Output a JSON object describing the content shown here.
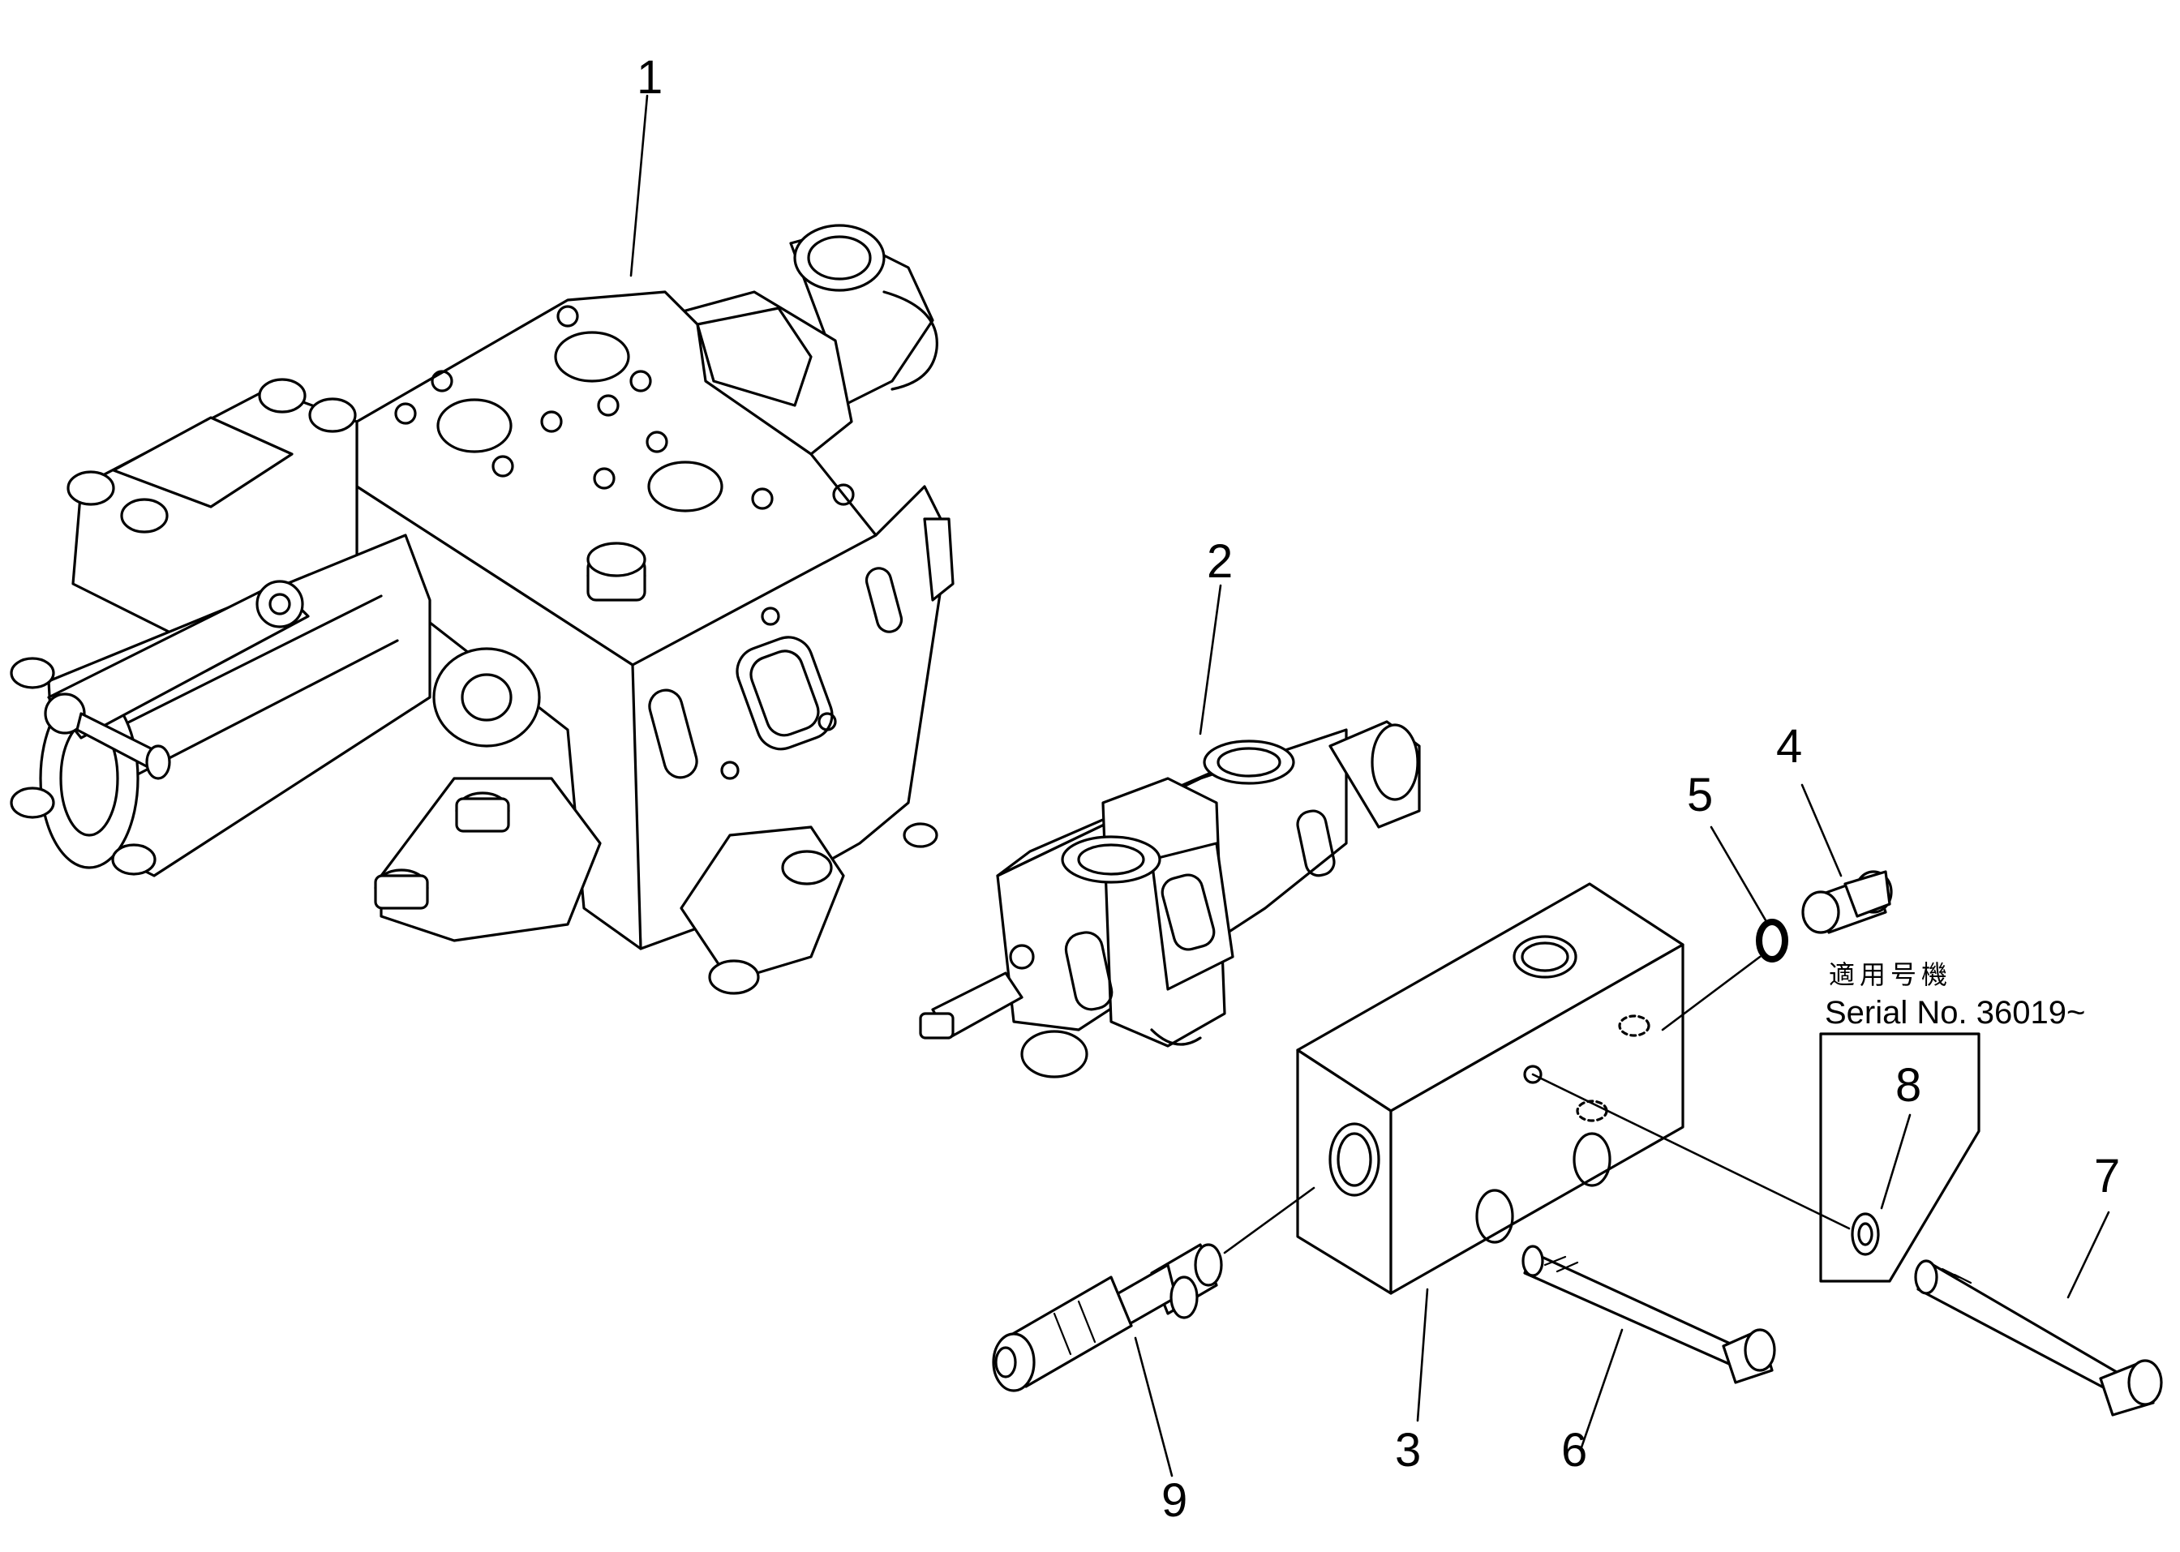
{
  "callouts": {
    "c1": "1",
    "c2": "2",
    "c3": "3",
    "c4": "4",
    "c5": "5",
    "c6": "6",
    "c7": "7",
    "c8": "8",
    "c9": "9"
  },
  "serial_note": {
    "japanese": "適用号機",
    "serial": "Serial No. 36019~"
  },
  "colors": {
    "ink": "#000000",
    "paper": "#ffffff"
  }
}
